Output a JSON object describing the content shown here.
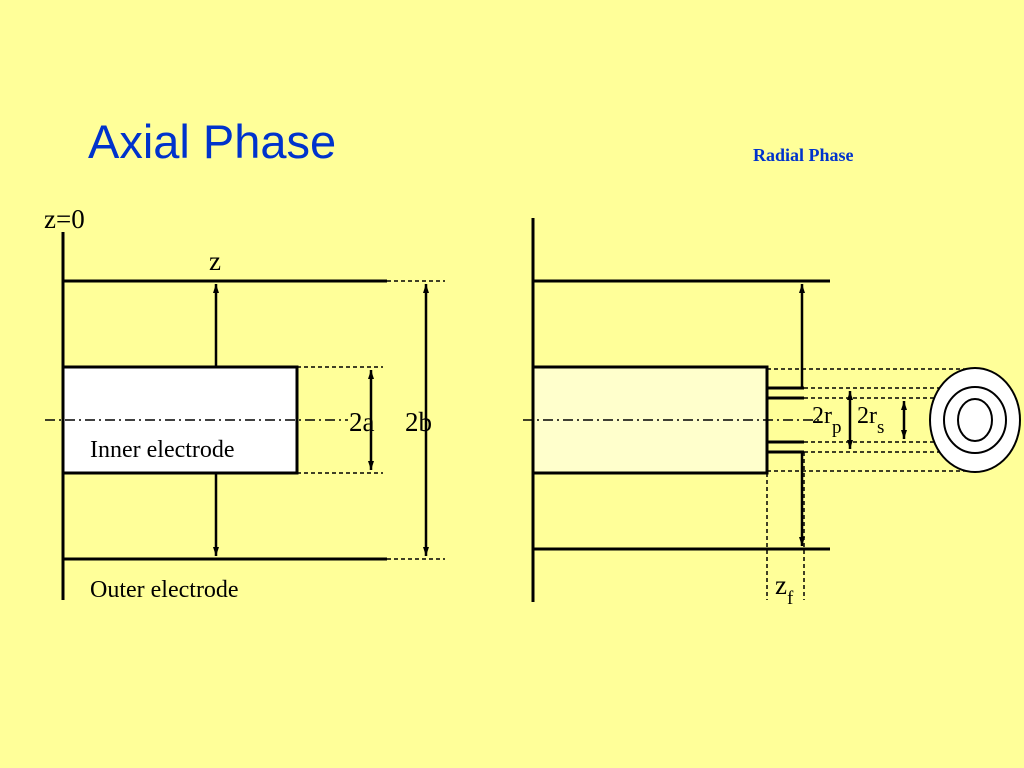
{
  "titles": {
    "axial": "Axial Phase",
    "radial": "Radial Phase"
  },
  "labels": {
    "z0": "z=0",
    "z": "z",
    "two_a": "2a",
    "two_b": "2b",
    "inner_electrode": "Inner electrode",
    "outer_electrode": "Outer electrode",
    "two_rp_main": "2r",
    "two_rp_sub": "p",
    "two_rs_main": "2r",
    "two_rs_sub": "s",
    "zf_main": "z",
    "zf_sub": "f"
  },
  "colors": {
    "background": "#FFFF99",
    "title": "#0033CC",
    "inner_electrode_fill_axial": "#FFFFFF",
    "inner_electrode_fill_radial": "#FFFFCC",
    "line": "#000000"
  }
}
